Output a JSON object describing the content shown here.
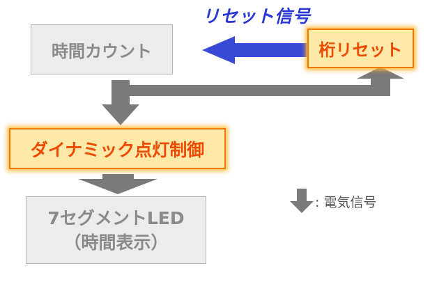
{
  "nodes": {
    "time_count": "時間カウント",
    "digit_reset": "桁リセット",
    "dynamic_control": "ダイナミック点灯制御",
    "led_line1": "7セグメントLED",
    "led_line2": "（時間表示）"
  },
  "labels": {
    "reset_signal": "リセット信号",
    "legend": ": 電気信号"
  },
  "colors": {
    "signal_arrow": "#7a7a7a",
    "reset_arrow": "#3a4ad8",
    "highlight_fill": "#ffe9a9",
    "highlight_border": "#f07a00",
    "highlight_text": "#ee4a00",
    "box_fill": "#ececec",
    "box_text": "#8a8a8a"
  }
}
